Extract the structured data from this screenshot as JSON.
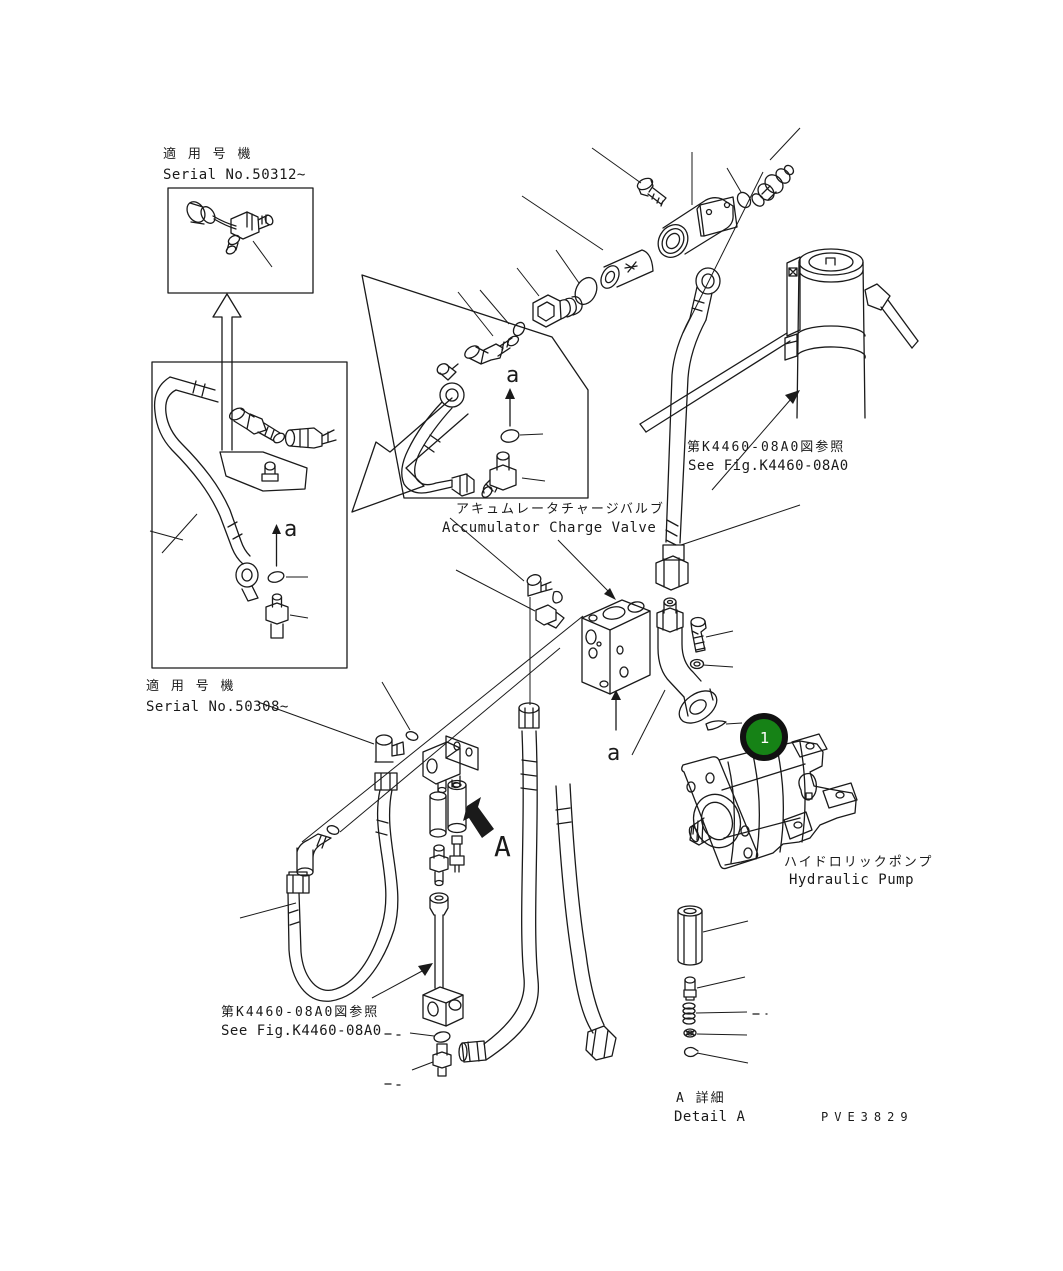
{
  "figure": {
    "code": "PVE3829",
    "background": "#ffffff",
    "line_color": "#1a1a1a",
    "callout": {
      "number": "1",
      "fill": "#168216",
      "ring": "#111111",
      "text_color": "#ffffff"
    },
    "labels": {
      "serial_top": {
        "ja": "適 用 号 機",
        "en": "Serial No.50312~"
      },
      "serial_left": {
        "ja": "適 用 号 機",
        "en": "Serial No.50308~"
      },
      "accumulator_charge_valve": {
        "ja": "アキュムレータチャージバルブ",
        "en": "Accumulator Charge Valve"
      },
      "see_fig_right": {
        "ja": "第K4460-08A0図参照",
        "en": "See Fig.K4460-08A0"
      },
      "see_fig_left": {
        "ja": "第K4460-08A0図参照",
        "en": "See Fig.K4460-08A0"
      },
      "hydraulic_pump": {
        "ja": "ハイドロリックポンプ",
        "en": "Hydraulic Pump"
      },
      "detail_a": {
        "ja": "A 詳細",
        "en": "Detail A"
      },
      "view_letter": "A",
      "section_letter": "a"
    }
  }
}
